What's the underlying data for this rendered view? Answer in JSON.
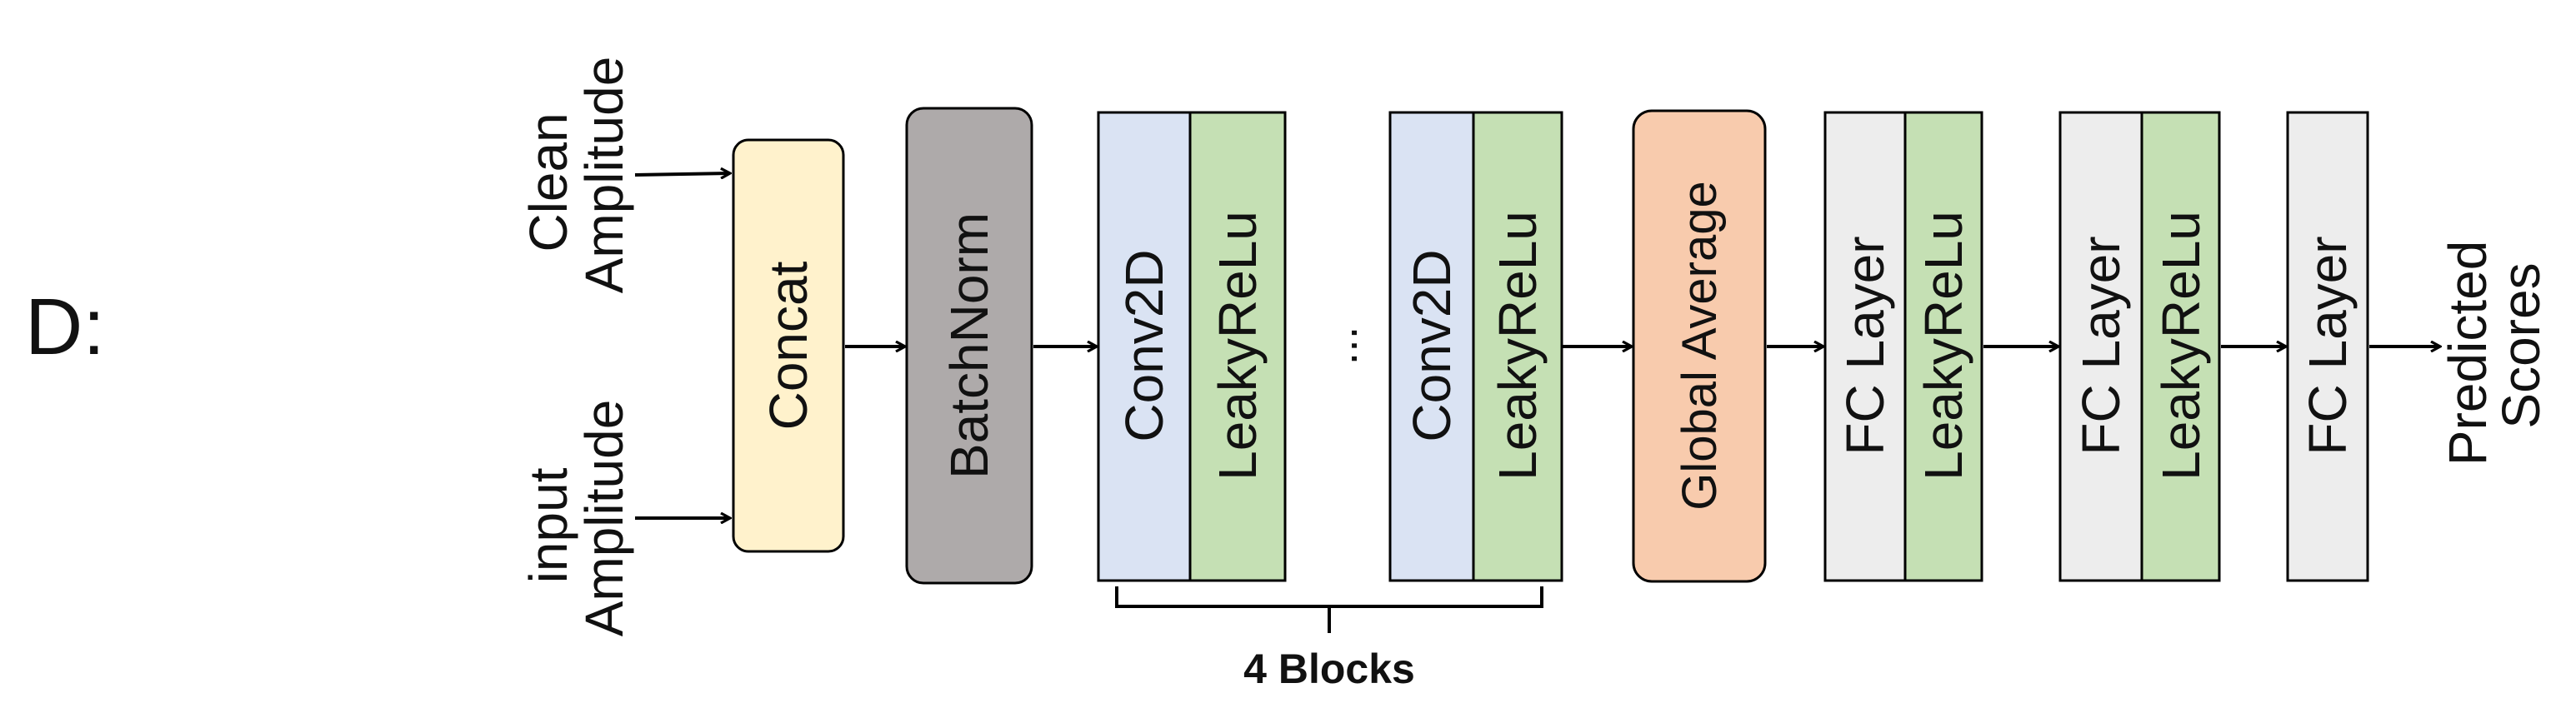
{
  "panel_label": "D:",
  "inputs": {
    "clean": [
      "Clean",
      "Amplitude"
    ],
    "input": [
      "input",
      "Amplitude"
    ]
  },
  "blocks": {
    "concat": "Concat",
    "batchnorm": "BatchNorm",
    "conv_1": "Conv2D",
    "leaky_1": "LeakyReLu",
    "ellipsis": "...",
    "conv_2": "Conv2D",
    "leaky_2": "LeakyReLu",
    "global_average": "Global Average",
    "fc_1": "FC Layer",
    "leaky_3": "LeakyReLu",
    "fc_2": "FC Layer",
    "leaky_4": "LeakyReLu",
    "fc_3": "FC Layer"
  },
  "brace_label": "4  Blocks",
  "output": [
    "Predicted",
    "Scores"
  ],
  "colors": {
    "concat": "#FFF2CC",
    "batchnorm": "#AEAAAA",
    "conv": "#DAE3F3",
    "leaky": "#C5E0B4",
    "global_average": "#F8CBAD",
    "fc": "#EDEDED",
    "stroke": "#000000"
  }
}
